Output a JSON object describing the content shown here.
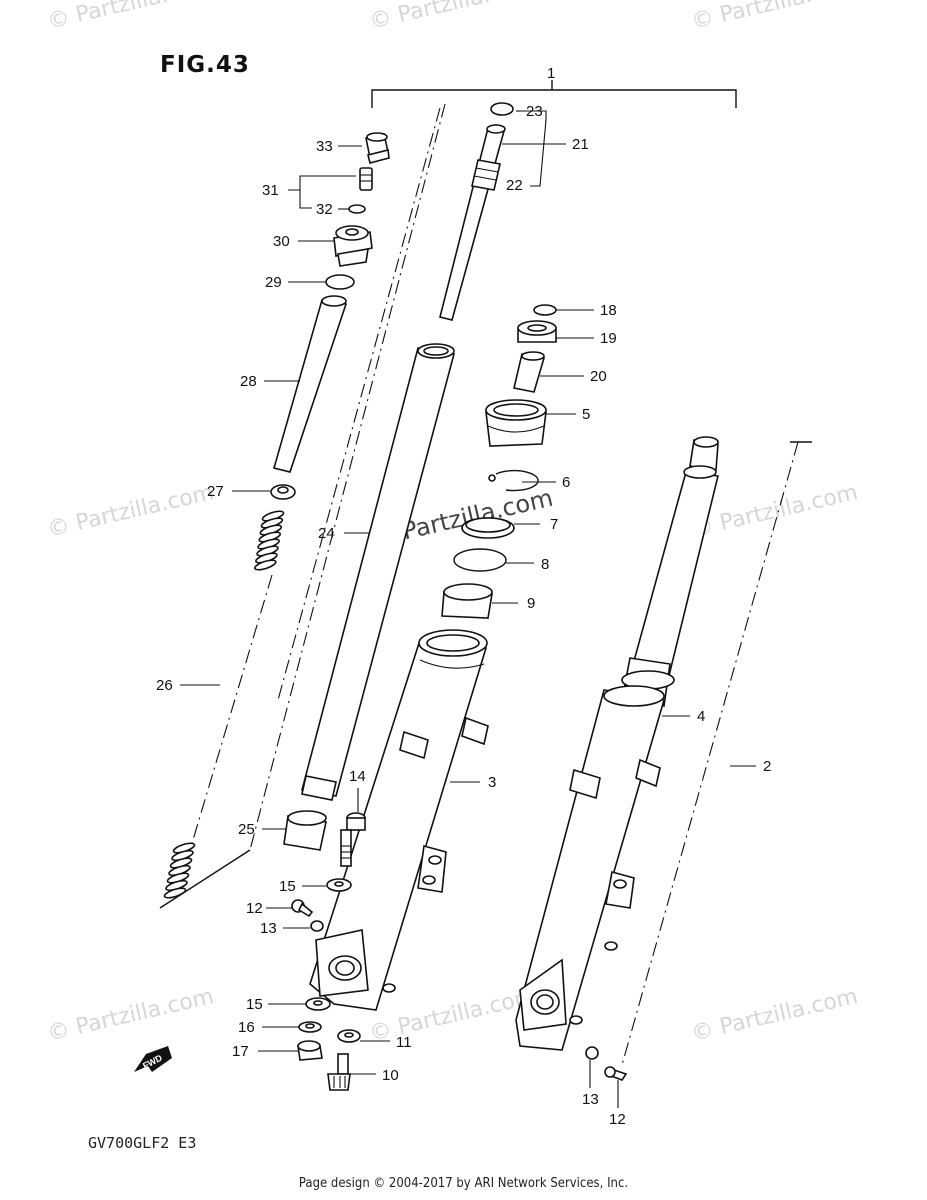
{
  "figure": {
    "title": "FIG.43",
    "model": "GV700GLF2  E3"
  },
  "footer": {
    "text": "Page design © 2004-2017 by ARI Network Services, Inc."
  },
  "watermark": {
    "text": "© Partzilla.com"
  },
  "fwd_label": "FWD",
  "parts": {
    "p1": "1",
    "p2": "2",
    "p3": "3",
    "p4": "4",
    "p5": "5",
    "p6": "6",
    "p7": "7",
    "p8": "8",
    "p9": "9",
    "p10": "10",
    "p11": "11",
    "p12a": "12",
    "p12b": "12",
    "p13a": "13",
    "p13b": "13",
    "p14": "14",
    "p15a": "15",
    "p15b": "15",
    "p16": "16",
    "p17": "17",
    "p18": "18",
    "p19": "19",
    "p20": "20",
    "p21": "21",
    "p22": "22",
    "p23": "23",
    "p24": "24",
    "p25": "25",
    "p26": "26",
    "p27": "27",
    "p28": "28",
    "p29": "29",
    "p30": "30",
    "p31": "31",
    "p32": "32",
    "p33": "33"
  }
}
